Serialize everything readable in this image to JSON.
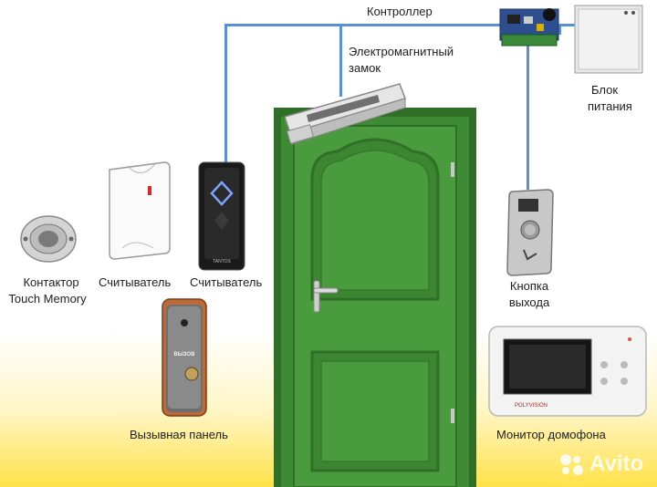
{
  "labels": {
    "controller": "Контроллер",
    "lock_line1": "Электромагнитный",
    "lock_line2": "замок",
    "psu_line1": "Блок",
    "psu_line2": "питания",
    "contact_line1": "Контактор",
    "contact_line2": "Touch Memory",
    "reader1": "Считыватель",
    "reader2": "Считыватель",
    "exit_line1": "Кнопка",
    "exit_line2": "выхода",
    "call_panel": "Вызывная панель",
    "monitor": "Монитор домофона"
  },
  "device_text": {
    "panel_brand": "ВЫЗОВ",
    "reader_brand": "TANTOS",
    "monitor_brand": "POLYVISION"
  },
  "watermark": "Avito",
  "colors": {
    "door": "#3f8a34",
    "door_dark": "#2f6f27",
    "wire": "#5a8fd6",
    "gradient_bottom": "#ffe24a"
  }
}
